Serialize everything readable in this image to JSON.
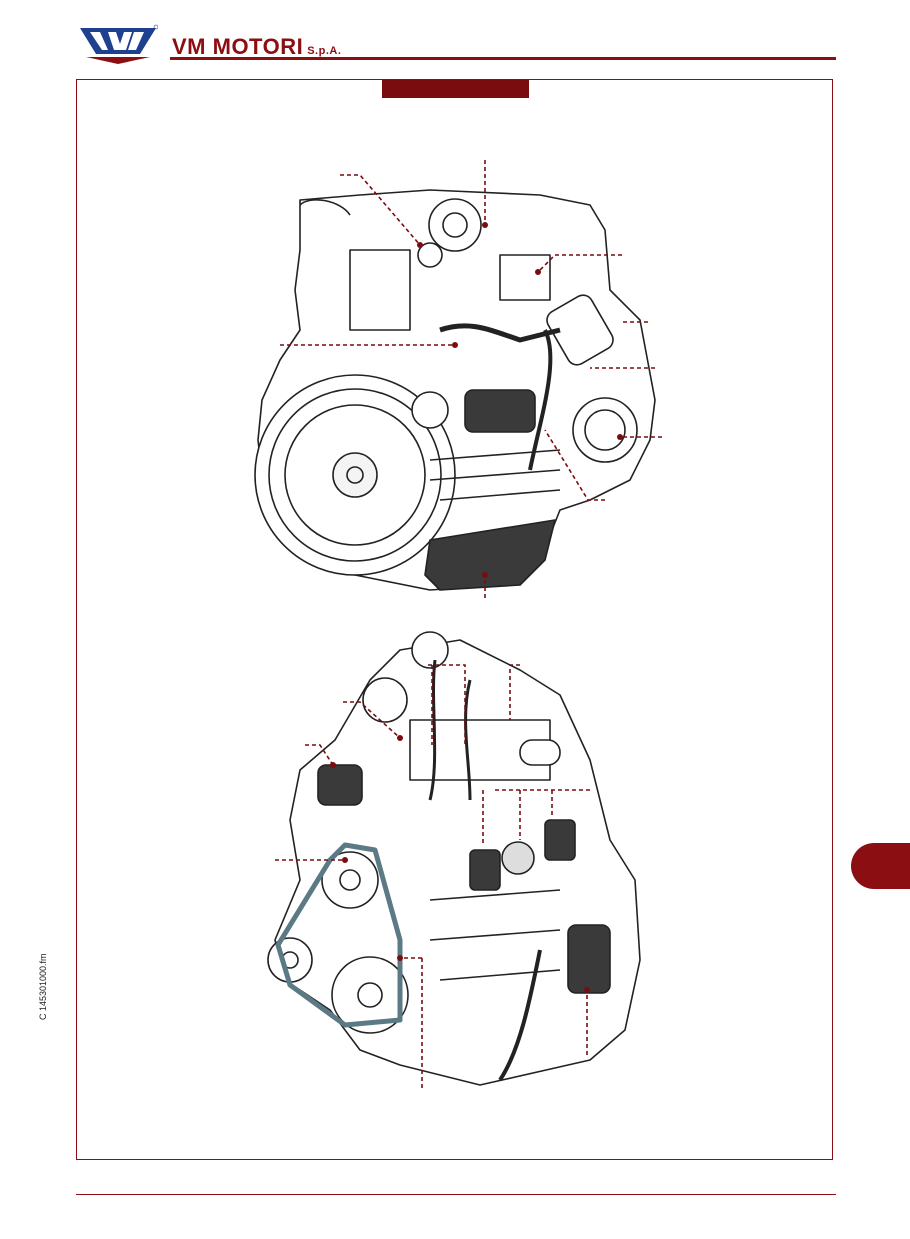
{
  "header": {
    "brand_name": "VM MOTORI",
    "brand_suffix": "S.p.A.",
    "logo_mark": "VM",
    "brand_color": "#8b0e12"
  },
  "section": {
    "title": ""
  },
  "side_code": "C 145301000.fm",
  "colors": {
    "accent": "#8b0e12",
    "leader": "#7a0c10",
    "engine_stroke": "#222222",
    "engine_dark": "#333333",
    "belt": "#5c7a86"
  }
}
